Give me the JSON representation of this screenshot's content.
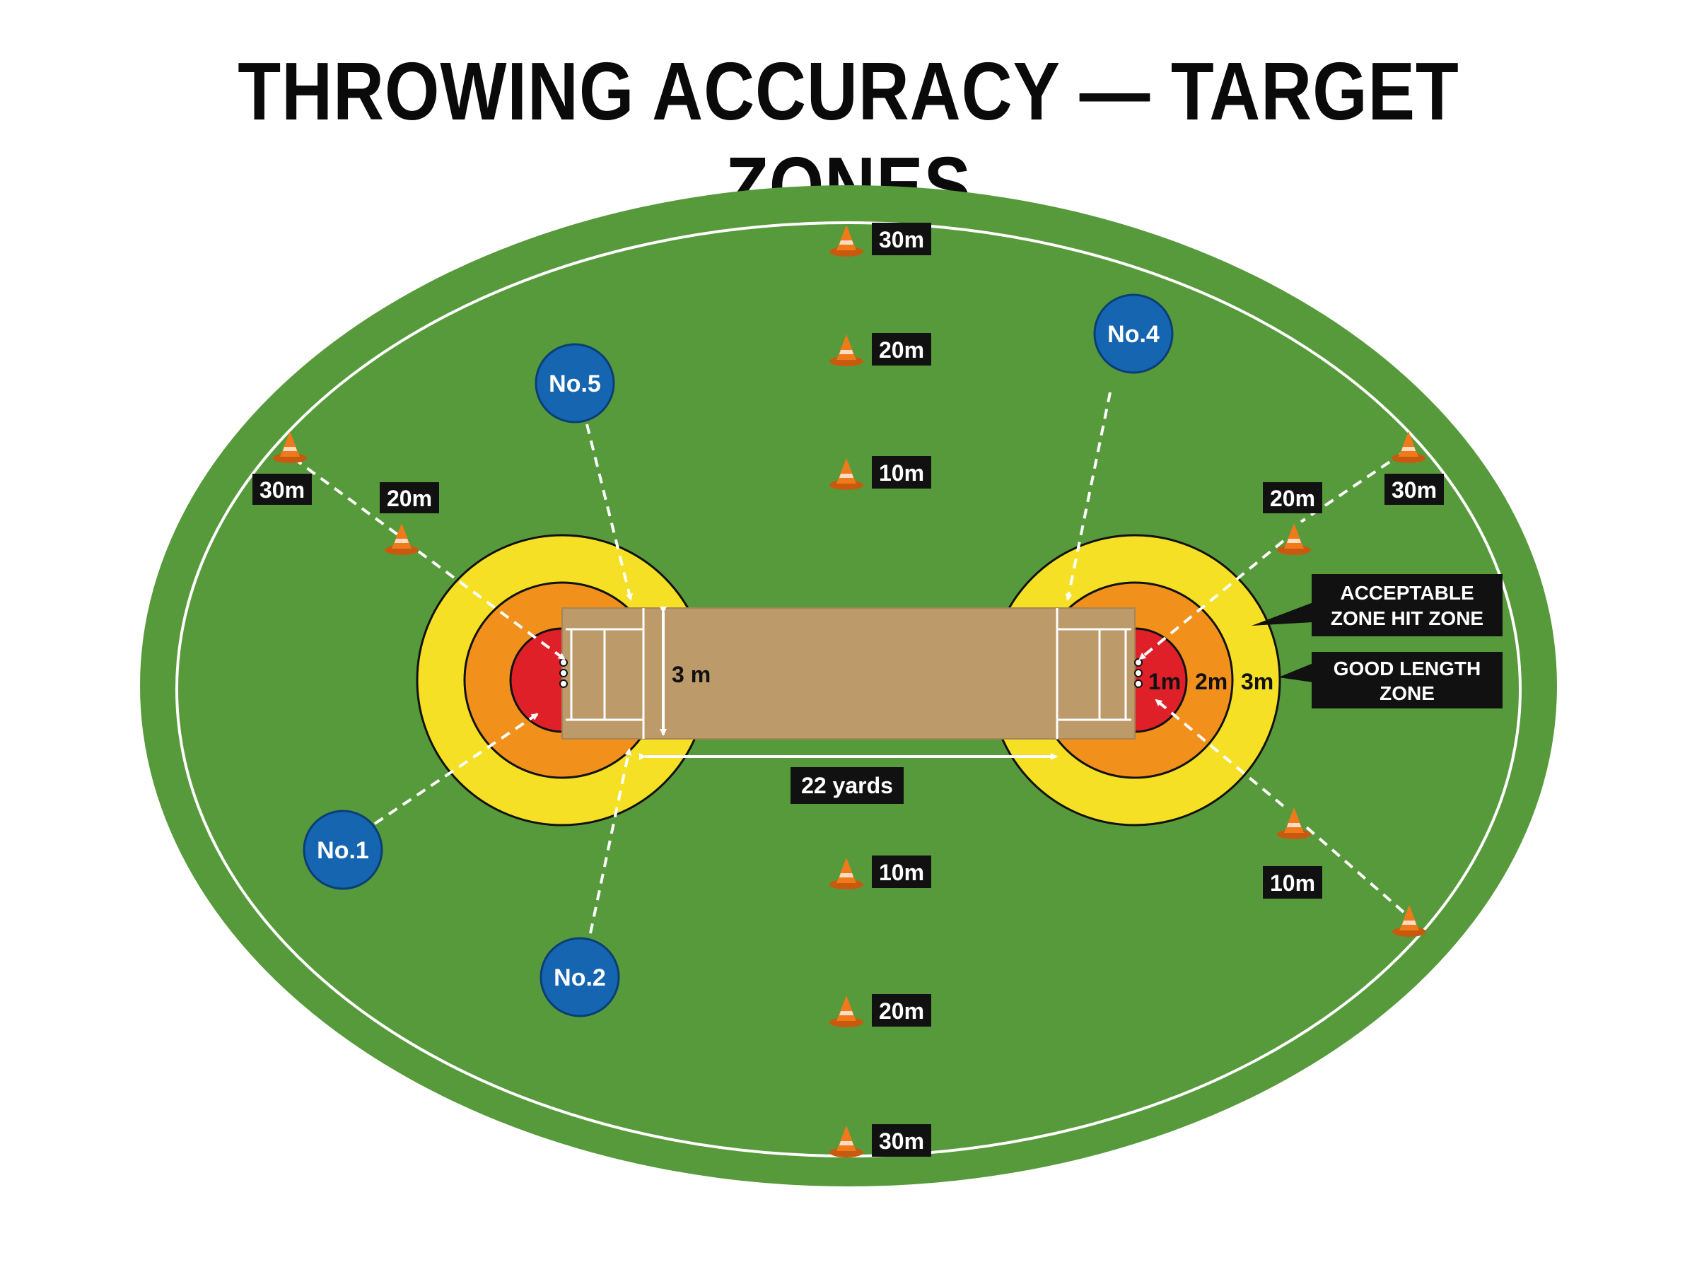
{
  "title": "THROWING ACCURACY — TARGET ZONES",
  "colors": {
    "grass": "#579a3b",
    "pitch": "#bc9a6a",
    "zone_red": "#e02028",
    "zone_orange": "#f2901c",
    "zone_yellow": "#f5e025",
    "player": "#1565b0",
    "cone": "#f07a1a",
    "label_bg": "#111111"
  },
  "players": [
    "No.1",
    "No.2",
    "No.4",
    "No.5"
  ],
  "distance_markers": {
    "top": [
      "30m",
      "20m",
      "10m"
    ],
    "bottom": [
      "10m",
      "20m",
      "30m"
    ],
    "upper_left": [
      "30m",
      "20m"
    ],
    "upper_right": [
      "20m",
      "30m"
    ],
    "lower_right": "10m"
  },
  "pitch": {
    "width_label": "3 m",
    "length_label": "22 yards"
  },
  "zones": {
    "radii_labels": [
      "1m",
      "2m",
      "3m"
    ],
    "callouts": {
      "acceptable": [
        "ACCEPTABLE",
        "ZONE HIT ZONE"
      ],
      "good_length": [
        "GOOD LENGTH",
        "ZONE"
      ]
    }
  }
}
